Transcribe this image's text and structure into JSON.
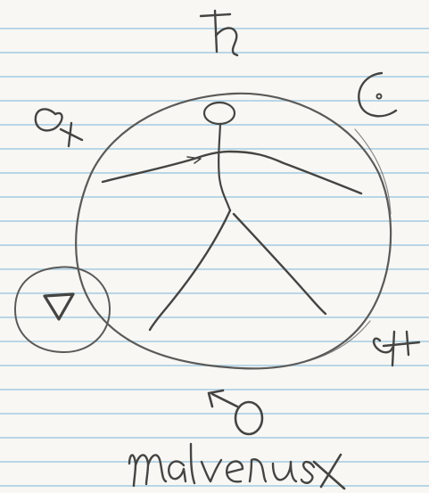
{
  "caption": "malvenus",
  "symbols": {
    "top": "saturn-symbol",
    "top_left": "venus-symbol",
    "top_right": "moon-symbol",
    "left": "triangle-in-circle-symbol",
    "bottom_right": "jupiter-symbol",
    "bottom": "mars-symbol"
  },
  "colors": {
    "paper": "#f8f7f3",
    "rule_lines": "#b9d6e6",
    "pencil": "#5a5a58"
  }
}
